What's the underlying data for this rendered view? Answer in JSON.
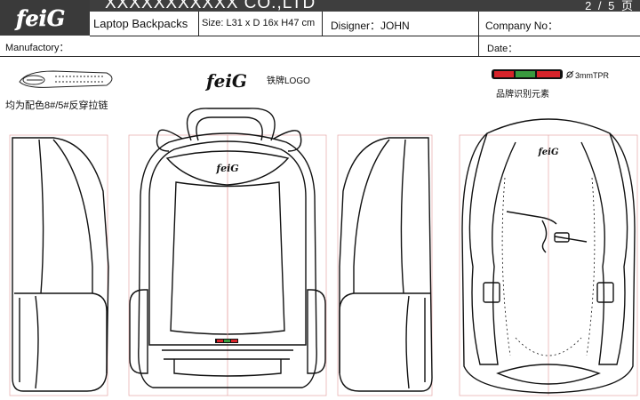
{
  "header": {
    "brand_logo": "feiG",
    "company_name": "XXXXXXXXXXX CO.,LTD",
    "page_indicator": "2 / 5 页",
    "product_name": "Laptop Backpacks",
    "size": "Size: L31 x D 16x H47 cm",
    "designer": "Disigner：JOHN",
    "company_no": "Company No：",
    "manufactory": "Manufactory：",
    "date": "Date："
  },
  "annotations": {
    "zipper_note": "均为配色8#/5#反穿拉链",
    "metal_logo_text": "铁牌LOGO",
    "metal_logo_brand": "feiG",
    "tpr_thickness": "3mmTPR",
    "brand_element_label": "品牌识别元素"
  },
  "colors": {
    "header_bg": "#3e3e3e",
    "tpr_red": "#d8232a",
    "tpr_green": "#3a9a3f",
    "guide_line": "#e6a6a6"
  },
  "drawings": {
    "front_logo": "feiG",
    "back_logo": "feiG"
  }
}
